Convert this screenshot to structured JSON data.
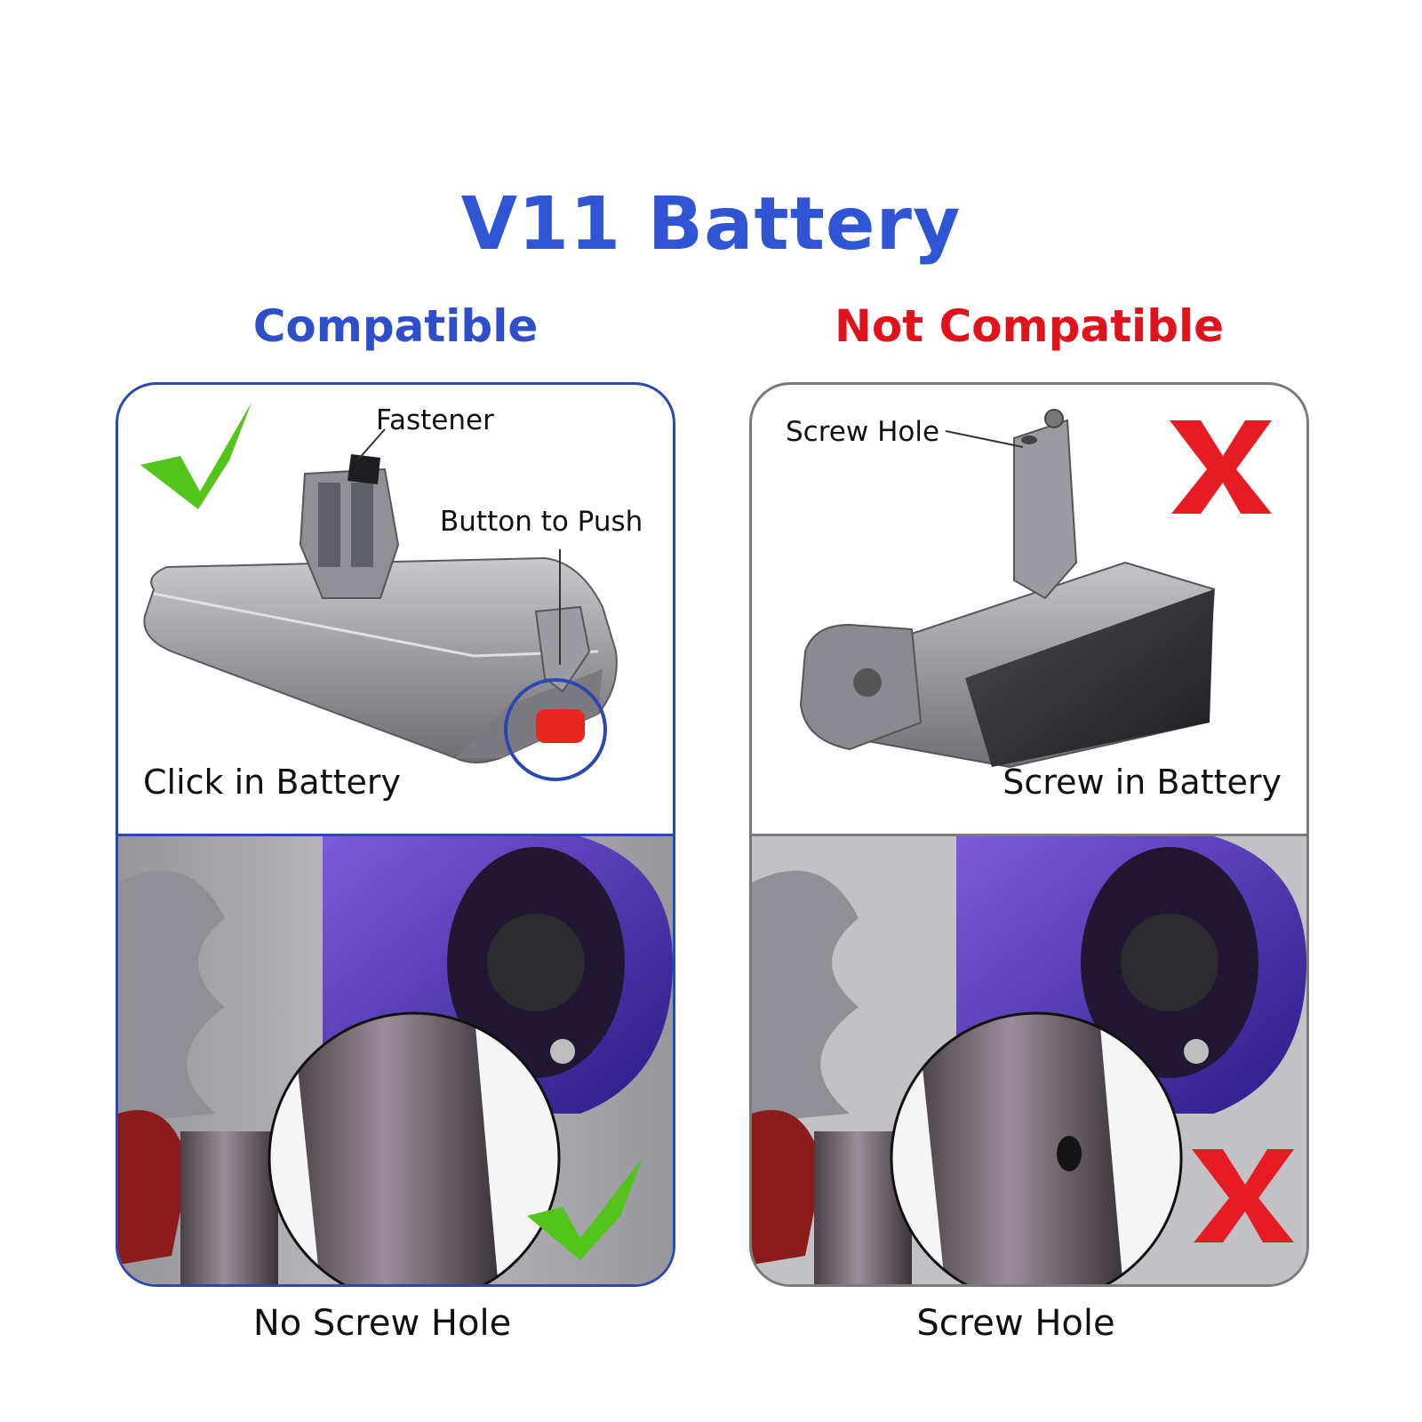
{
  "title": "V11 Battery",
  "colors": {
    "title_blue": "#2f55d4",
    "compatible_blue": "#2f4ec9",
    "not_compatible_red": "#e0121c",
    "panel_blue_border": "#2b48b0",
    "panel_gray_border": "#7a7a7a",
    "check_green": "#52c41a",
    "cross_red": "#e61b24",
    "release_button": "#e8261f",
    "purple_ring": "#4a2fa8"
  },
  "compatible": {
    "heading": "Compatible",
    "callout_fastener": "Fastener",
    "callout_button": "Button to Push",
    "battery_caption": "Click in Battery",
    "bottom_caption": "No Screw Hole",
    "icon_top": "check-icon",
    "icon_bottom": "check-icon"
  },
  "not_compatible": {
    "heading": "Not Compatible",
    "callout_screw": "Screw Hole",
    "battery_caption": "Screw in Battery",
    "bottom_caption": "Screw Hole",
    "icon_top": "cross-icon",
    "icon_bottom": "cross-icon"
  }
}
